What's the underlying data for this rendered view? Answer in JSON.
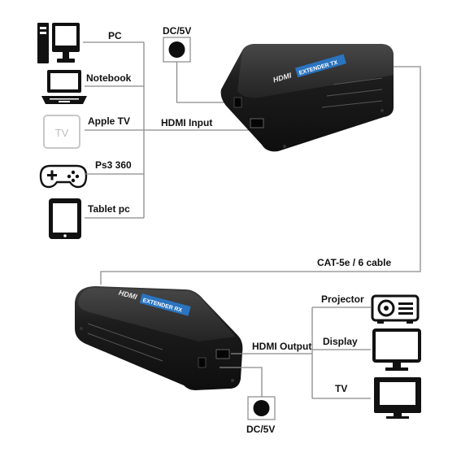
{
  "sources": [
    {
      "label": "PC",
      "icon": "pc-icon"
    },
    {
      "label": "Notebook",
      "icon": "notebook-icon"
    },
    {
      "label": "Apple TV",
      "icon": "apple-tv-icon",
      "icon_text": "TV"
    },
    {
      "label": "Ps3 360",
      "icon": "gamepad-icon"
    },
    {
      "label": "Tablet pc",
      "icon": "tablet-icon"
    }
  ],
  "transmitter": {
    "power_label": "DC/5V",
    "input_label": "HDMI Input",
    "brand": "HDMI",
    "stripe": "EXTENDER TX"
  },
  "cable_label": "CAT-5e / 6 cable",
  "receiver": {
    "power_label": "DC/5V",
    "output_label": "HDMI Output",
    "brand": "HDMI",
    "stripe": "EXTENDER RX"
  },
  "outputs": [
    {
      "label": "Projector",
      "icon": "projector-icon"
    },
    {
      "label": "Display",
      "icon": "display-icon"
    },
    {
      "label": "TV",
      "icon": "tv-icon"
    }
  ]
}
